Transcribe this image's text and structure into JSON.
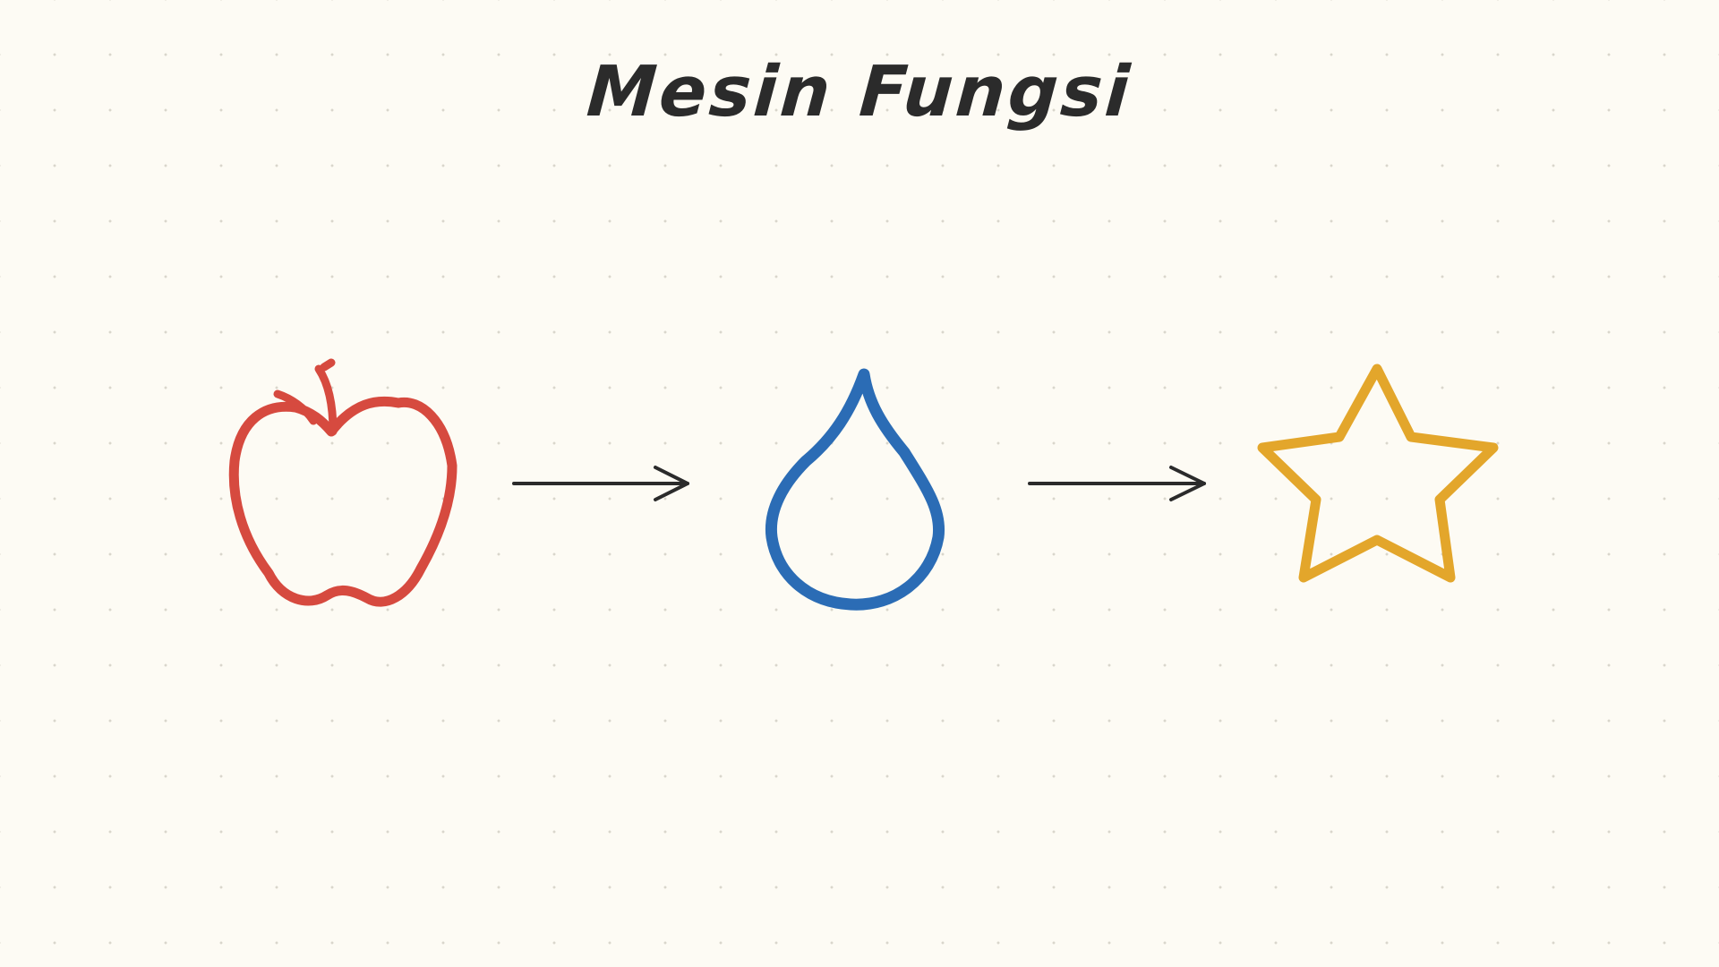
{
  "title": "Mesin Fungsi",
  "colors": {
    "background": "#fdfbf4",
    "ink": "#2b2b2b",
    "apple": "#d64a3f",
    "drop": "#2b6cb5",
    "star": "#e3a62b"
  },
  "diagram": {
    "nodes": [
      {
        "id": "input",
        "icon": "apple-icon"
      },
      {
        "id": "process",
        "icon": "water-drop-icon"
      },
      {
        "id": "output",
        "icon": "star-icon"
      }
    ],
    "edges": [
      {
        "from": "input",
        "to": "process"
      },
      {
        "from": "process",
        "to": "output"
      }
    ]
  }
}
